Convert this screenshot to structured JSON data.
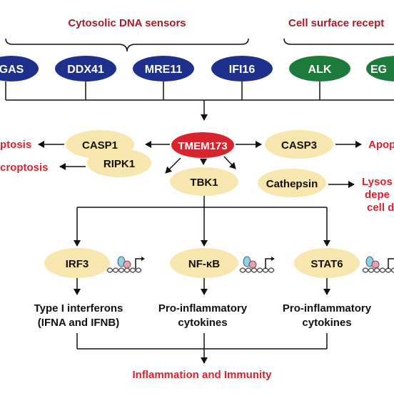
{
  "header": {
    "cytosolic_title": "Cytosolic DNA sensors",
    "surface_title": "Cell surface recept"
  },
  "sensors": {
    "cgas": "GAS",
    "ddx41": "DDX41",
    "mre11": "MRE11",
    "ifi16": "IFI16",
    "alk": "ALK",
    "eg": "EG"
  },
  "core": {
    "tmem173": "TMEM173",
    "casp1": "CASP1",
    "casp3": "CASP3",
    "ripk1": "RIPK1",
    "tbk1": "TBK1",
    "cathepsin": "Cathepsin"
  },
  "cell_death": {
    "pyroptosis": "ptosis",
    "necroptosis": "croptosis",
    "apoptosis": "Apop",
    "lysosomal_line1": "Lysos",
    "lysosomal_line2": "depe",
    "lysosomal_line3": "cell d"
  },
  "transcription": {
    "irf3": "IRF3",
    "nfkb": "NF-κB",
    "stat6": "STAT6"
  },
  "outputs": {
    "ifn_line1": "Type I interferons",
    "ifn_line2": "(IFNA and IFNB)",
    "proinf1_line1": "Pro-inflammatory",
    "proinf1_line2": "cytokines",
    "proinf2_line1": "Pro-inflammatory",
    "proinf2_line2": "cytokines"
  },
  "final": {
    "label": "Inflammation and Immunity"
  },
  "colors": {
    "dark_red": "#a51c2c",
    "bright_red": "#d9232e",
    "navy": "#1e2f8c",
    "green": "#1c7a3a",
    "beige": "#f7e6ad",
    "black": "#111111"
  }
}
